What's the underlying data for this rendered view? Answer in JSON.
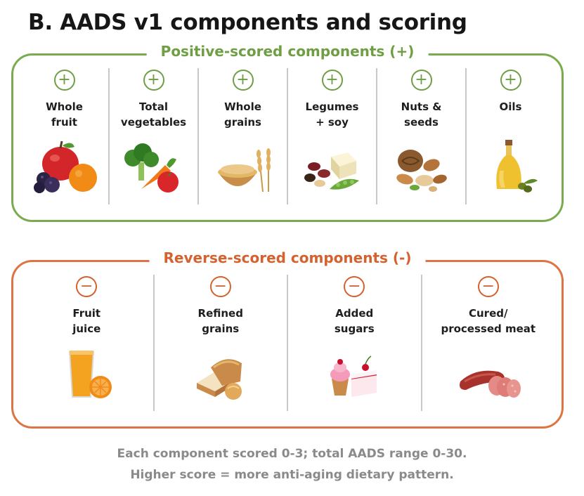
{
  "title": "B. AADS v1 components and scoring",
  "positive": {
    "heading": "Positive-scored components (+)",
    "symbol": "+",
    "color": "#6f9e45",
    "items": [
      {
        "label": "Whole\nfruit",
        "icon": "apple-orange-berries-icon"
      },
      {
        "label": "Total\nvegetables",
        "icon": "broccoli-carrot-tomato-icon"
      },
      {
        "label": "Whole\ngrains",
        "icon": "grain-bowl-wheat-icon"
      },
      {
        "label": "Legumes\n+ soy",
        "icon": "beans-tofu-icon"
      },
      {
        "label": "Nuts &\nseeds",
        "icon": "nuts-icon"
      },
      {
        "label": "Oils",
        "icon": "olive-oil-bottle-icon"
      }
    ]
  },
  "reverse": {
    "heading": "Reverse-scored components (-)",
    "symbol": "−",
    "color": "#d4622f",
    "items": [
      {
        "label": "Fruit\njuice",
        "icon": "orange-juice-icon"
      },
      {
        "label": "Refined\ngrains",
        "icon": "bread-icon"
      },
      {
        "label": "Added\nsugars",
        "icon": "cupcake-cake-icon"
      },
      {
        "label": "Cured/\nprocessed meat",
        "icon": "sausage-icon"
      }
    ]
  },
  "footer": {
    "line1": "Each component scored 0-3; total AADS range 0-30.",
    "line2": "Higher score = more anti-aging dietary pattern."
  }
}
